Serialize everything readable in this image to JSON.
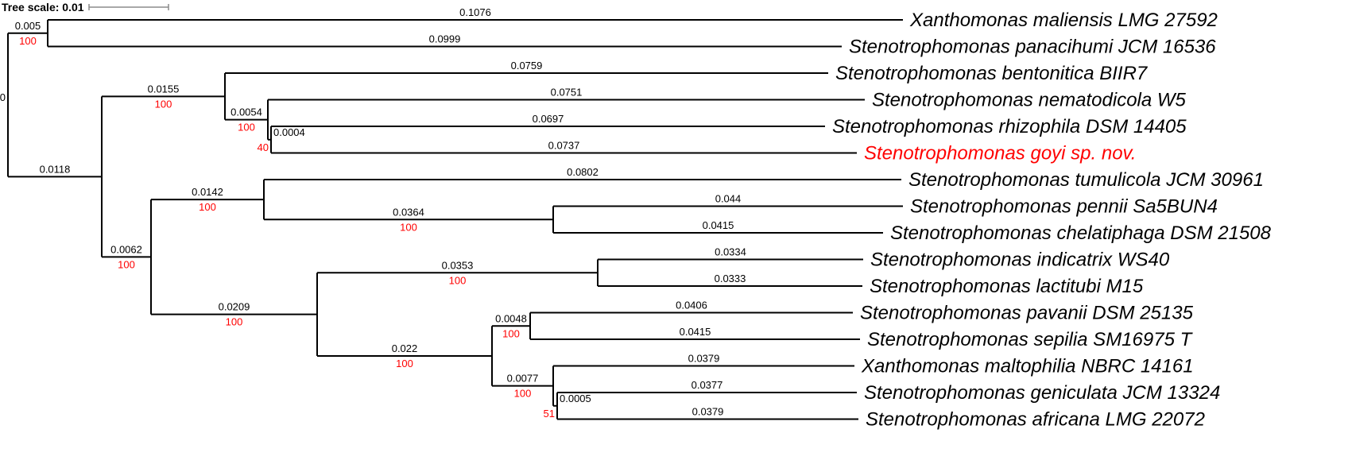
{
  "figure": {
    "type": "phylogram",
    "tree_scale": {
      "label": "Tree scale: 0.01",
      "value": 0.01
    },
    "colors": {
      "branch": "#000000",
      "label": "#000000",
      "support": "#ff0000",
      "highlight": "#ff0000",
      "scalebar": "#8c8c8c",
      "background": "#ffffff"
    },
    "tree": {
      "length": "0",
      "children": [
        {
          "length": "0.005",
          "support": "100",
          "children": [
            {
              "name": "Xanthomonas maliensis LMG 27592",
              "length": "0.1076"
            },
            {
              "name": "Stenotrophomonas panacihumi JCM 16536",
              "length": "0.0999"
            }
          ]
        },
        {
          "length": "0.0118",
          "children": [
            {
              "length": "0.0155",
              "support": "100",
              "children": [
                {
                  "name": "Stenotrophomonas bentonitica BIIR7",
                  "length": "0.0759"
                },
                {
                  "length": "0.0054",
                  "support": "100",
                  "children": [
                    {
                      "name": "Stenotrophomonas nematodicola W5",
                      "length": "0.0751"
                    },
                    {
                      "length": "0.0004",
                      "support": "40",
                      "children": [
                        {
                          "name": "Stenotrophomonas rhizophila DSM 14405",
                          "length": "0.0697"
                        },
                        {
                          "name": "Stenotrophomonas goyi sp. nov.",
                          "length": "0.0737",
                          "highlight": true
                        }
                      ]
                    }
                  ]
                }
              ]
            },
            {
              "length": "0.0062",
              "support": "100",
              "children": [
                {
                  "length": "0.0142",
                  "support": "100",
                  "children": [
                    {
                      "name": "Stenotrophomonas tumulicola JCM 30961",
                      "length": "0.0802"
                    },
                    {
                      "length": "0.0364",
                      "support": "100",
                      "children": [
                        {
                          "name": "Stenotrophomonas pennii Sa5BUN4",
                          "length": "0.044"
                        },
                        {
                          "name": "Stenotrophomonas chelatiphaga DSM 21508",
                          "length": "0.0415"
                        }
                      ]
                    }
                  ]
                },
                {
                  "length": "0.0209",
                  "support": "100",
                  "children": [
                    {
                      "length": "0.0353",
                      "support": "100",
                      "children": [
                        {
                          "name": "Stenotrophomonas indicatrix WS40",
                          "length": "0.0334"
                        },
                        {
                          "name": "Stenotrophomonas lactitubi M15",
                          "length": "0.0333"
                        }
                      ]
                    },
                    {
                      "length": "0.022",
                      "support": "100",
                      "children": [
                        {
                          "length": "0.0048",
                          "support": "100",
                          "children": [
                            {
                              "name": "Stenotrophomonas pavanii DSM 25135",
                              "length": "0.0406"
                            },
                            {
                              "name": "Stenotrophomonas sepilia SM16975 T",
                              "length": "0.0415"
                            }
                          ]
                        },
                        {
                          "length": "0.0077",
                          "support": "100",
                          "children": [
                            {
                              "name": "Xanthomonas maltophilia NBRC 14161",
                              "length": "0.0379"
                            },
                            {
                              "length": "0.0005",
                              "support": "51",
                              "children": [
                                {
                                  "name": "Stenotrophomonas geniculata JCM 13324",
                                  "length": "0.0377"
                                },
                                {
                                  "name": "Stenotrophomonas africana LMG 22072",
                                  "length": "0.0379"
                                }
                              ]
                            }
                          ]
                        }
                      ]
                    }
                  ]
                }
              ]
            }
          ]
        }
      ]
    }
  }
}
